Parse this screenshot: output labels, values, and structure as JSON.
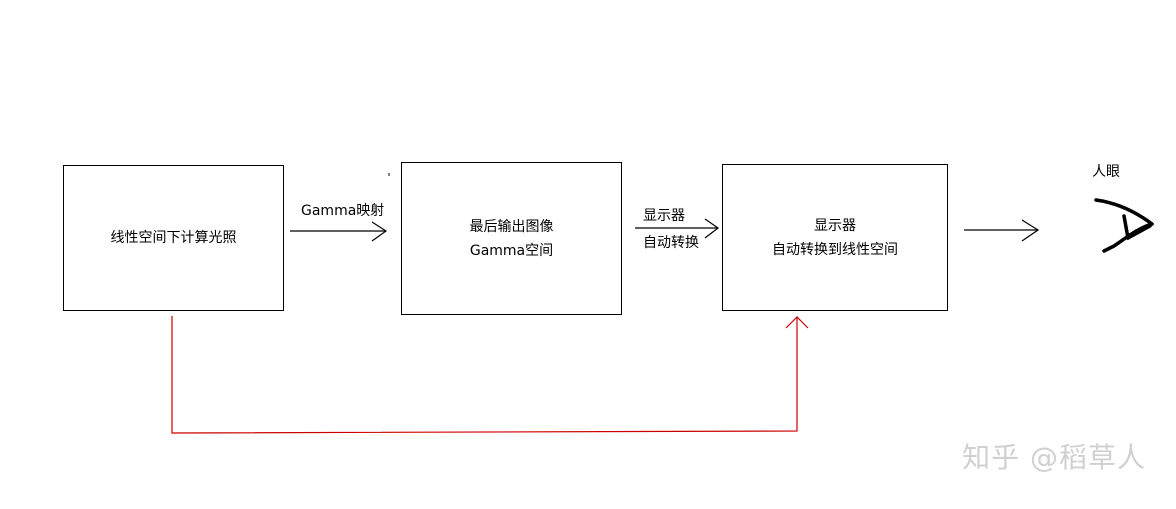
{
  "box1": {
    "text": "线性空间下计算光照"
  },
  "arrow1_label": "Gamma映射",
  "box2": {
    "line1": "最后输出图像",
    "line2": "Gamma空间"
  },
  "arrow2_label": {
    "line1": "显示器",
    "line2": "自动转换"
  },
  "box3": {
    "line1": "显示器",
    "line2": "自动转换到线性空间"
  },
  "eye_label": "人眼",
  "watermark": "知乎 @稻草人",
  "colors": {
    "stroke": "#000000",
    "feedback_path": "#cc0000",
    "watermark": "#d0d0d0"
  }
}
